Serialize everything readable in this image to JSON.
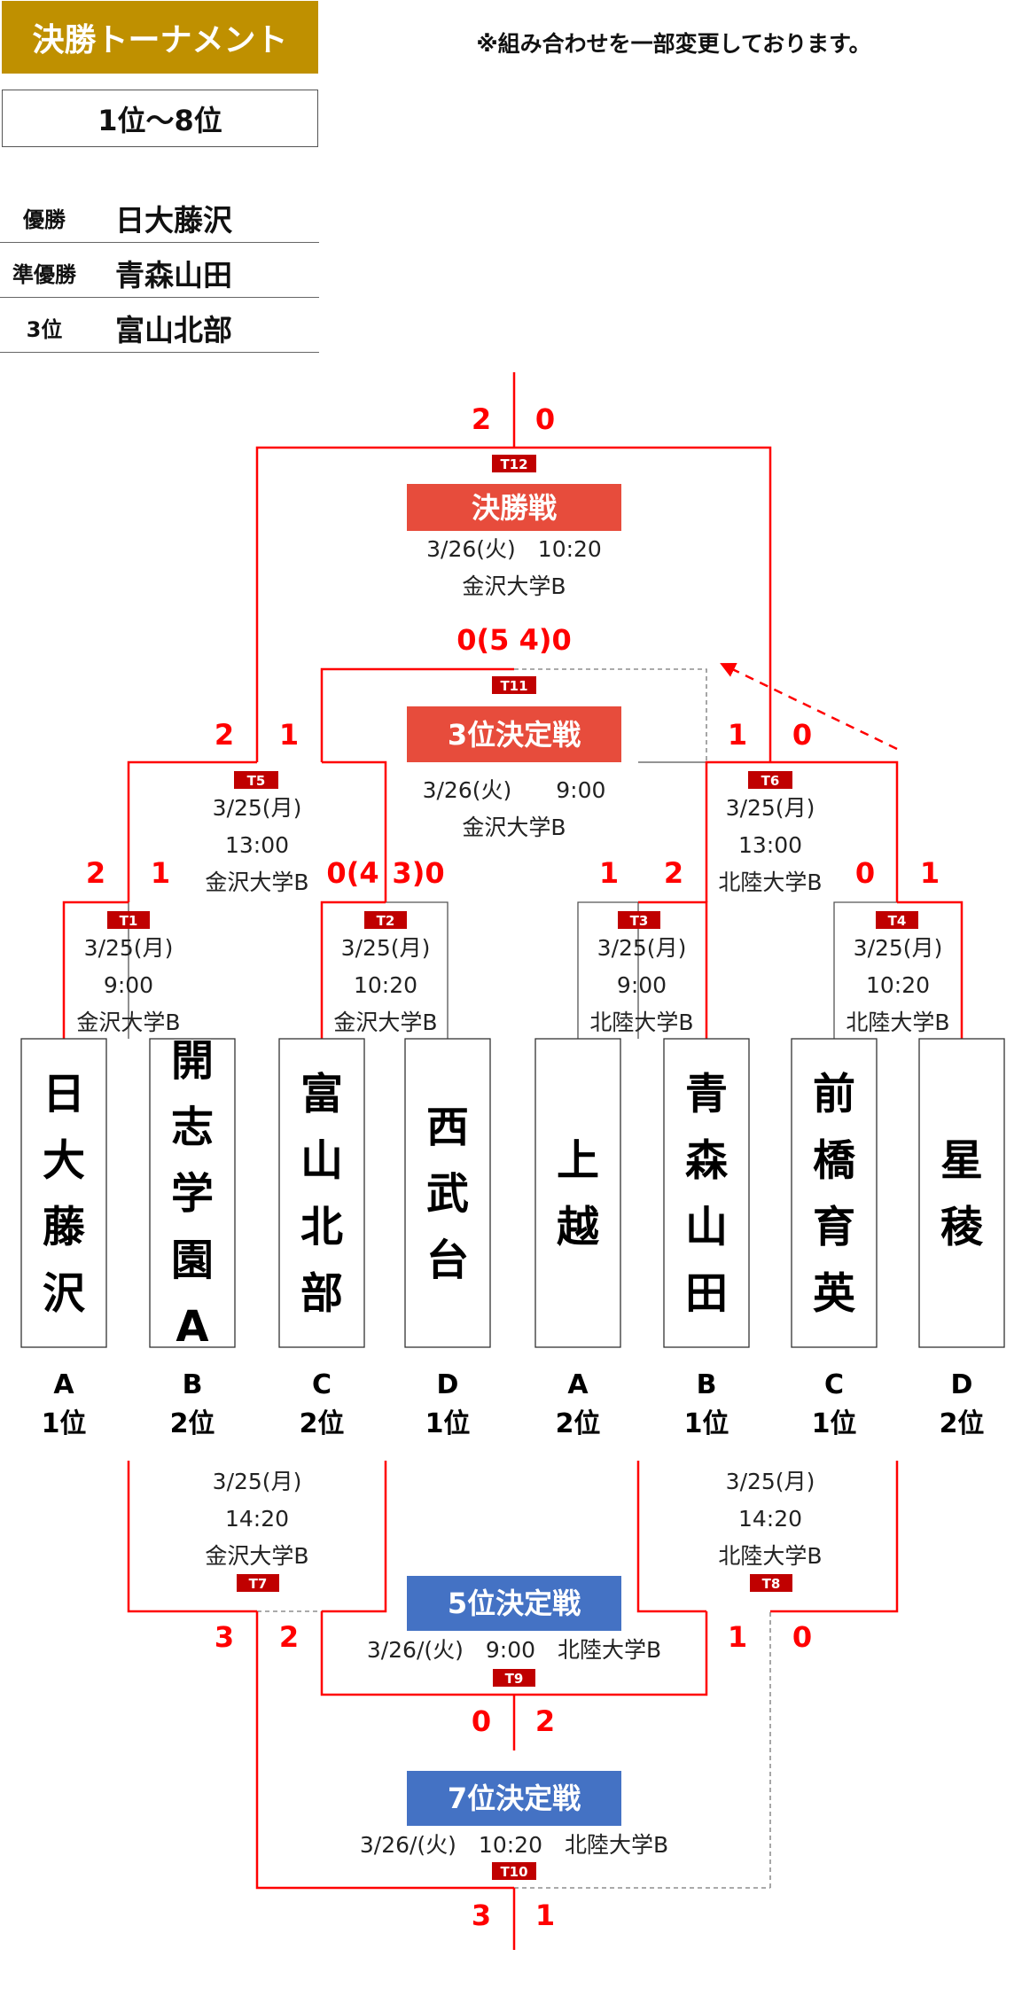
{
  "header": {
    "title": "決勝トーナメント",
    "note": "※組み合わせを一部変更しております。"
  },
  "rank_range": "1位〜8位",
  "results": [
    {
      "label": "優勝",
      "team": "日大藤沢"
    },
    {
      "label": "準優勝",
      "team": "青森山田"
    },
    {
      "label": "3位",
      "team": "富山北部"
    }
  ],
  "teams": [
    {
      "name": "日大藤沢",
      "group": "A",
      "rank": "1位"
    },
    {
      "name": "開志学園A",
      "group": "B",
      "rank": "2位"
    },
    {
      "name": "富山北部",
      "group": "C",
      "rank": "2位"
    },
    {
      "name": "西武台",
      "group": "D",
      "rank": "1位"
    },
    {
      "name": "上越",
      "group": "A",
      "rank": "2位"
    },
    {
      "name": "青森山田",
      "group": "B",
      "rank": "1位"
    },
    {
      "name": "前橋育英",
      "group": "C",
      "rank": "1位"
    },
    {
      "name": "星稜",
      "group": "D",
      "rank": "2位"
    }
  ],
  "matches": {
    "T1": {
      "tag": "T1",
      "date": "3/25(月)",
      "time": "9:00",
      "venue": "金沢大学B",
      "score_left": "2",
      "score_right": "1"
    },
    "T2": {
      "tag": "T2",
      "date": "3/25(月)",
      "time": "10:20",
      "venue": "金沢大学B",
      "score_left": "0(4",
      "score_right": "3)0"
    },
    "T3": {
      "tag": "T3",
      "date": "3/25(月)",
      "time": "9:00",
      "venue": "北陸大学B",
      "score_left": "1",
      "score_right": "2"
    },
    "T4": {
      "tag": "T4",
      "date": "3/25(月)",
      "time": "10:20",
      "venue": "北陸大学B",
      "score_left": "0",
      "score_right": "1"
    },
    "T5": {
      "tag": "T5",
      "date": "3/25(月)",
      "time": "13:00",
      "venue": "金沢大学B",
      "score_left": "2",
      "score_right": "1"
    },
    "T6": {
      "tag": "T6",
      "date": "3/25(月)",
      "time": "13:00",
      "venue": "北陸大学B",
      "score_left": "1",
      "score_right": "0"
    },
    "T7": {
      "tag": "T7",
      "date": "3/25(月)",
      "time": "14:20",
      "venue": "金沢大学B",
      "score_left": "3",
      "score_right": "2"
    },
    "T8": {
      "tag": "T8",
      "date": "3/25(月)",
      "time": "14:20",
      "venue": "北陸大学B",
      "score_left": "1",
      "score_right": "0"
    },
    "T9": {
      "tag": "T9",
      "title": "5位決定戦",
      "info": "3/26/(火)　9:00　北陸大学B",
      "score_left": "0",
      "score_right": "2"
    },
    "T10": {
      "tag": "T10",
      "title": "7位決定戦",
      "info": "3/26/(火)　10:20　北陸大学B",
      "score_left": "3",
      "score_right": "1"
    },
    "T11": {
      "tag": "T11",
      "title": "3位決定戦",
      "date_time": "3/26(火)　　9:00",
      "venue": "金沢大学B",
      "score": "0(5 4)0"
    },
    "T12": {
      "tag": "T12",
      "title": "決勝戦",
      "date_time": "3/26(火)　10:20",
      "venue": "金沢大学B",
      "score_left": "2",
      "score_right": "0"
    }
  },
  "colors": {
    "header_bg": "#bf9000",
    "line_red": "#ff0000",
    "score_red": "#ff0000",
    "tag_bg": "#c00000",
    "final_banner": "#e74c3c",
    "placement_banner": "#4472c4",
    "gray_line": "#888888"
  }
}
